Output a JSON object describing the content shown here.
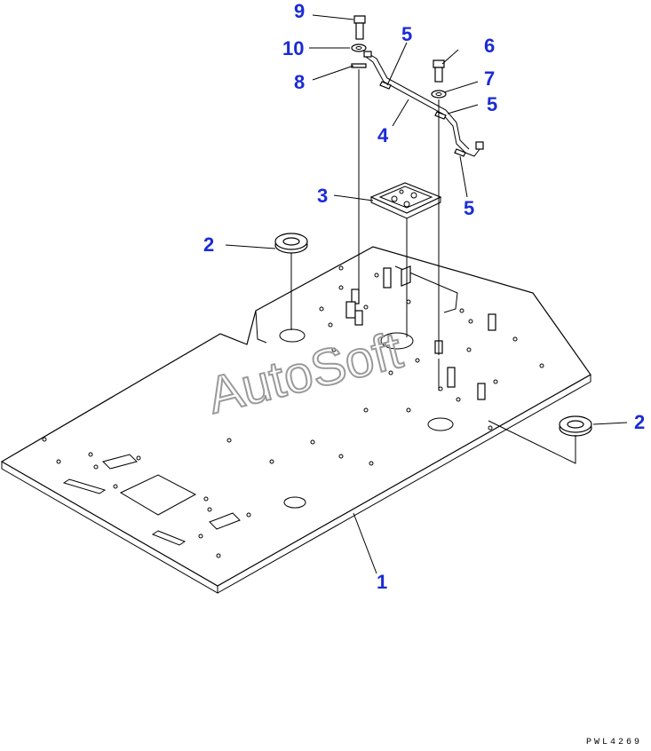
{
  "callouts": {
    "c1": "1",
    "c2a": "2",
    "c2b": "2",
    "c3": "3",
    "c4": "4",
    "c5a": "5",
    "c5b": "5",
    "c5c": "5",
    "c6": "6",
    "c7": "7",
    "c8": "8",
    "c9": "9",
    "c10": "10"
  },
  "watermark": "AutoSoft",
  "drawing_code": "PWL4269",
  "colors": {
    "callout": "#1a2bd6",
    "line": "#000000",
    "watermark": "#9a9a9a"
  }
}
